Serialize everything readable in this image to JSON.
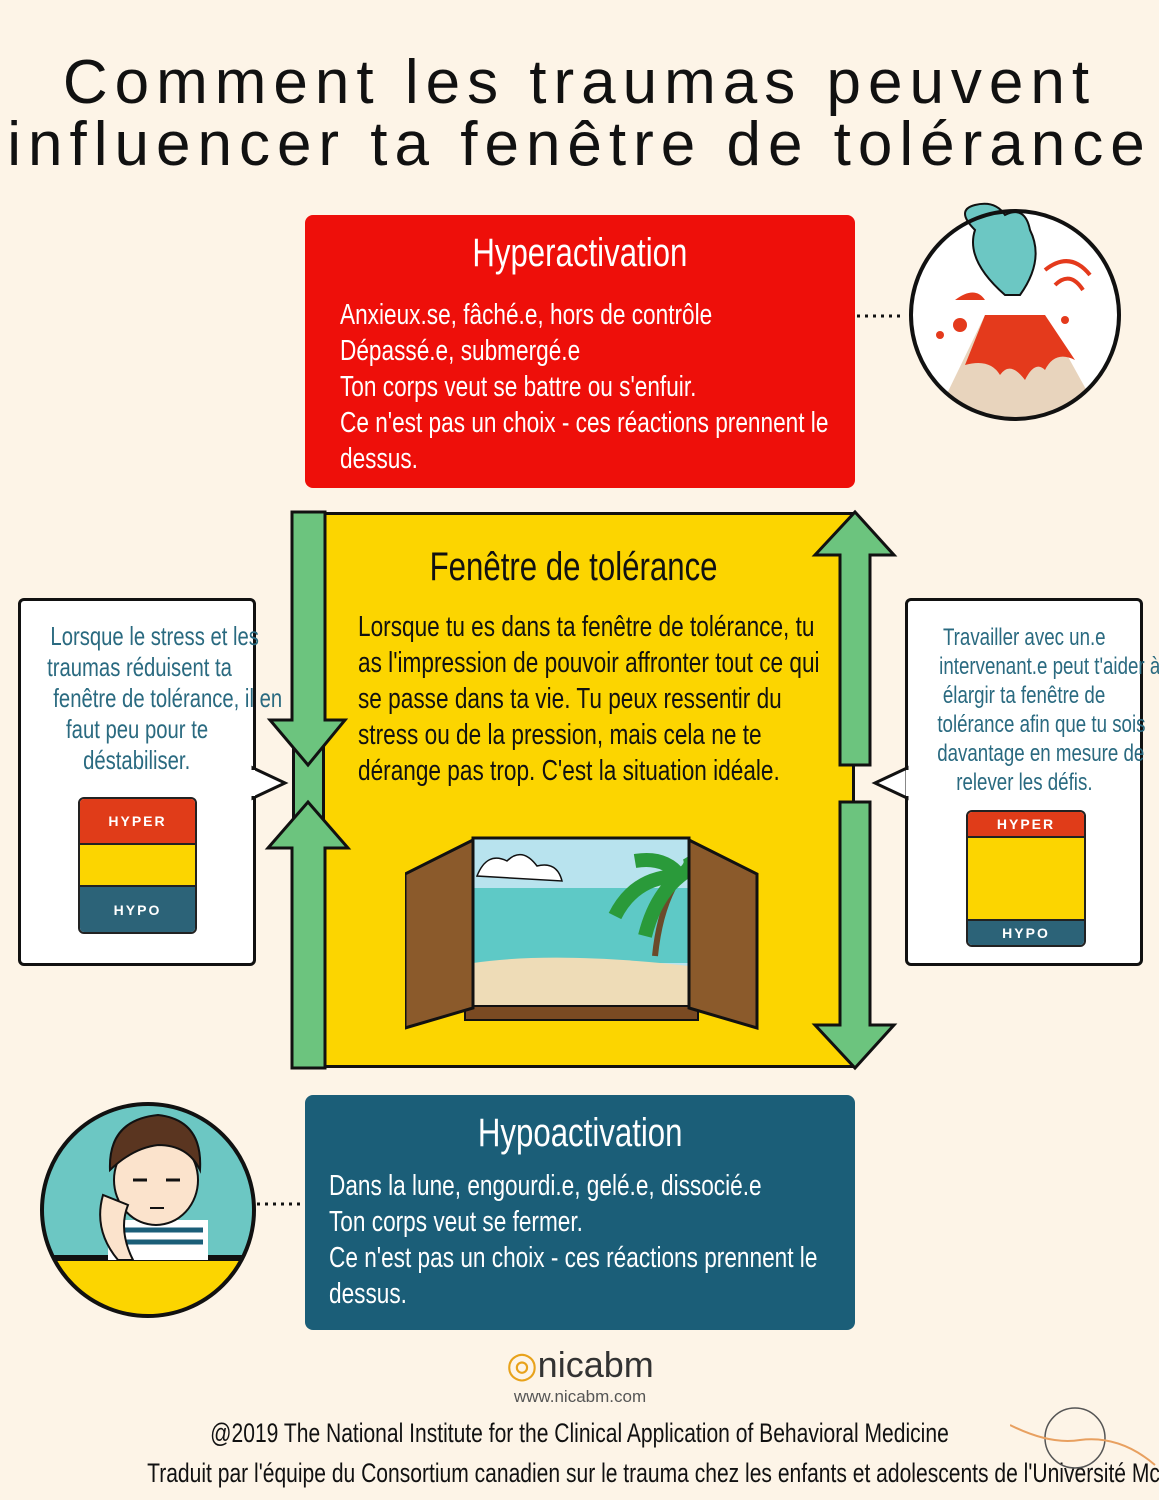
{
  "title": [
    "Comment les traumas peuvent",
    "influencer ta fenêtre de tolérance"
  ],
  "hyper": {
    "title": "Hyperactivation",
    "lines": [
      "Anxieux.se, fâché.e, hors de contrôle",
      "Dépassé.e, submergé.e",
      "Ton corps veut se battre ou s'enfuir.",
      "Ce n'est pas un choix - ces réactions prennent le",
      "dessus."
    ],
    "color": "#ee0f0a"
  },
  "window": {
    "title": "Fenêtre de tolérance",
    "lines": [
      "Lorsque tu es dans ta fenêtre de tolérance, tu",
      "as l'impression de pouvoir affronter tout ce qui",
      "se passe dans ta vie. Tu peux ressentir du",
      "stress ou de la pression, mais cela ne te",
      "dérange pas trop. C'est la situation idéale."
    ],
    "color": "#fcd500"
  },
  "hypo": {
    "title": "Hypoactivation",
    "lines": [
      "Dans la lune, engourdi.e, gelé.e, dissocié.e",
      "Ton corps veut se fermer.",
      "Ce n'est pas un choix - ces réactions prennent le",
      "dessus."
    ],
    "color": "#1b5e78"
  },
  "left_bubble": {
    "lines": [
      "Lorsque le stress et les",
      "traumas réduisent ta",
      "fenêtre de tolérance, il en",
      "faut peu pour te",
      "déstabiliser."
    ],
    "hyper": "HYPER",
    "hypo": "HYPO"
  },
  "right_bubble": {
    "lines": [
      "Travailler avec un.e",
      "intervenant.e peut t'aider à",
      "élargir ta fenêtre de",
      "tolérance afin que tu sois",
      "davantage en mesure de",
      "relever les défis."
    ],
    "hyper": "HYPER",
    "hypo": "HYPO"
  },
  "logo": {
    "name": "nicabm",
    "url": "www.nicabm.com"
  },
  "footer": [
    "@2019 The National Institute for the Clinical Application of Behavioral Medicine",
    "Traduit par l'équipe du Consortium canadien sur le trauma chez les enfants et adolescents de l'Université McGill"
  ]
}
